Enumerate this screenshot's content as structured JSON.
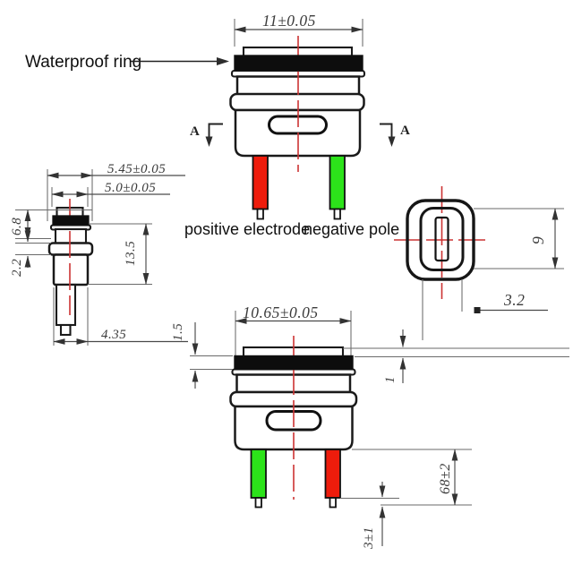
{
  "labels": {
    "waterproof_ring": "Waterproof ring",
    "positive_electrode": "positive electrode",
    "negative_pole": "negative pole",
    "section_marker_left": "A",
    "section_marker_right": "A"
  },
  "front_view": {
    "dim_width": "11±0.05"
  },
  "side_view": {
    "dim_flange_width": "5.45±0.05",
    "dim_cap_width": "5.0±0.05",
    "dim_upper_height": "6.8",
    "dim_flange_height": "2.2",
    "dim_body_height": "13.5",
    "dim_lower_width": "4.35"
  },
  "section_view": {
    "dim_height": "9",
    "dim_offset": "3.2"
  },
  "bottom_view": {
    "dim_width": "10.65±0.05",
    "dim_cap_height": "1.5",
    "dim_ring_height": "1",
    "dim_wire_length": "68±2",
    "dim_tip_length": "3±1"
  },
  "colors": {
    "positive_pin": "#ee1c0c",
    "negative_pin": "#2ce31a",
    "centerline": "#cc3333",
    "waterproof_ring": "#0d0d0d"
  }
}
